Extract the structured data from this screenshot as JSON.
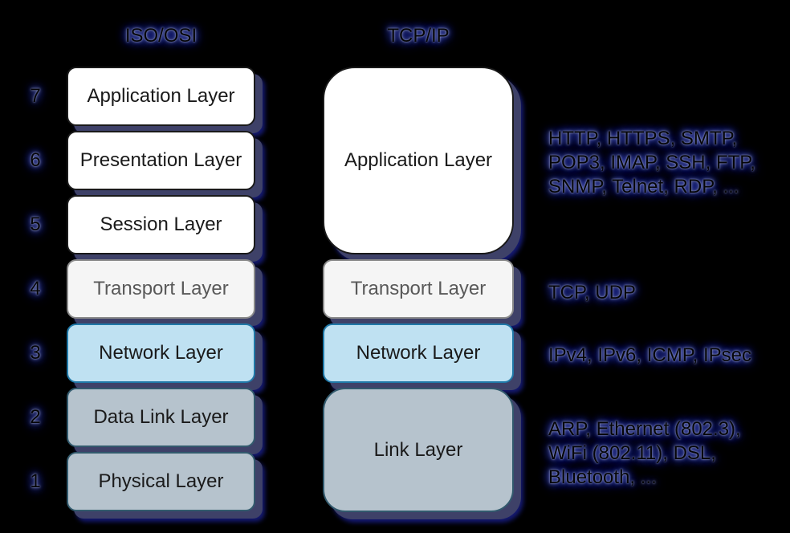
{
  "titles": {
    "osi": "ISO/OSI",
    "tcpip": "TCP/IP"
  },
  "osi": {
    "numbers": [
      "7",
      "6",
      "5",
      "4",
      "3",
      "2",
      "1"
    ],
    "layers": [
      {
        "label": "Application Layer",
        "category": "application"
      },
      {
        "label": "Presentation Layer",
        "category": "application"
      },
      {
        "label": "Session Layer",
        "category": "application"
      },
      {
        "label": "Transport Layer",
        "category": "transport"
      },
      {
        "label": "Network Layer",
        "category": "network"
      },
      {
        "label": "Data Link Layer",
        "category": "link"
      },
      {
        "label": "Physical Layer",
        "category": "link"
      }
    ]
  },
  "tcpip": {
    "layers": [
      {
        "label": "Application Layer",
        "category": "application"
      },
      {
        "label": "Transport Layer",
        "category": "transport"
      },
      {
        "label": "Network Layer",
        "category": "network"
      },
      {
        "label": "Link Layer",
        "category": "link"
      }
    ]
  },
  "protocols": {
    "application": [
      "HTTP, HTTPS, SMTP,",
      "POP3, IMAP, SSH, FTP,",
      "SNMP, Telnet, RDP, ..."
    ],
    "transport": [
      "TCP, UDP"
    ],
    "network": [
      "IPv4, IPv6, ICMP, IPsec"
    ],
    "link": [
      "ARP, Ethernet (802.3),",
      "WiFi (802.11), DSL,",
      "Bluetooth, ..."
    ]
  },
  "colors": {
    "background": "#000000",
    "application_fill": "#ffffff",
    "application_border": "#1a1a1a",
    "transport_fill": "#f5f5f5",
    "transport_border": "#8a8a8a",
    "transport_text": "#595959",
    "network_fill": "#bfe1f2",
    "network_border": "#2079a8",
    "link_fill": "#b6c3cd",
    "link_border": "#325a6d",
    "box_shadow": "#3e4168",
    "text_glow": "#2433c4"
  }
}
